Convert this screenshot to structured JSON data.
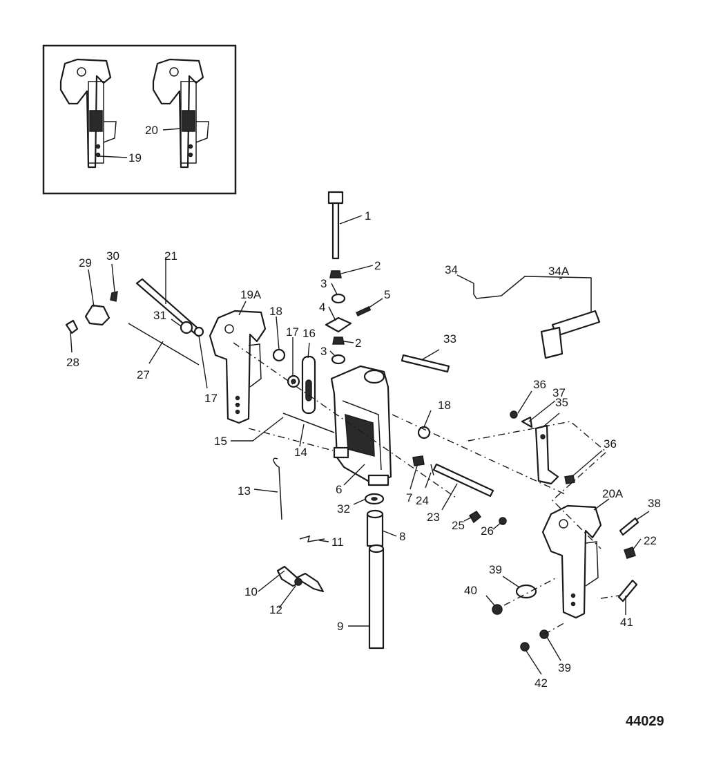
{
  "figure_number": "44029",
  "callouts": [
    "1",
    "2",
    "3",
    "4",
    "5",
    "2",
    "3",
    "6",
    "7",
    "8",
    "9",
    "10",
    "11",
    "12",
    "13",
    "14",
    "15",
    "16",
    "17",
    "17",
    "18",
    "18",
    "19",
    "19A",
    "20",
    "20A",
    "21",
    "22",
    "23",
    "24",
    "25",
    "26",
    "27",
    "28",
    "29",
    "30",
    "31",
    "32",
    "33",
    "34",
    "34A",
    "35",
    "36",
    "36",
    "37",
    "38",
    "39",
    "39",
    "40",
    "41",
    "42"
  ],
  "colors": {
    "ink": "#1a1a1a",
    "paper": "#ffffff"
  }
}
